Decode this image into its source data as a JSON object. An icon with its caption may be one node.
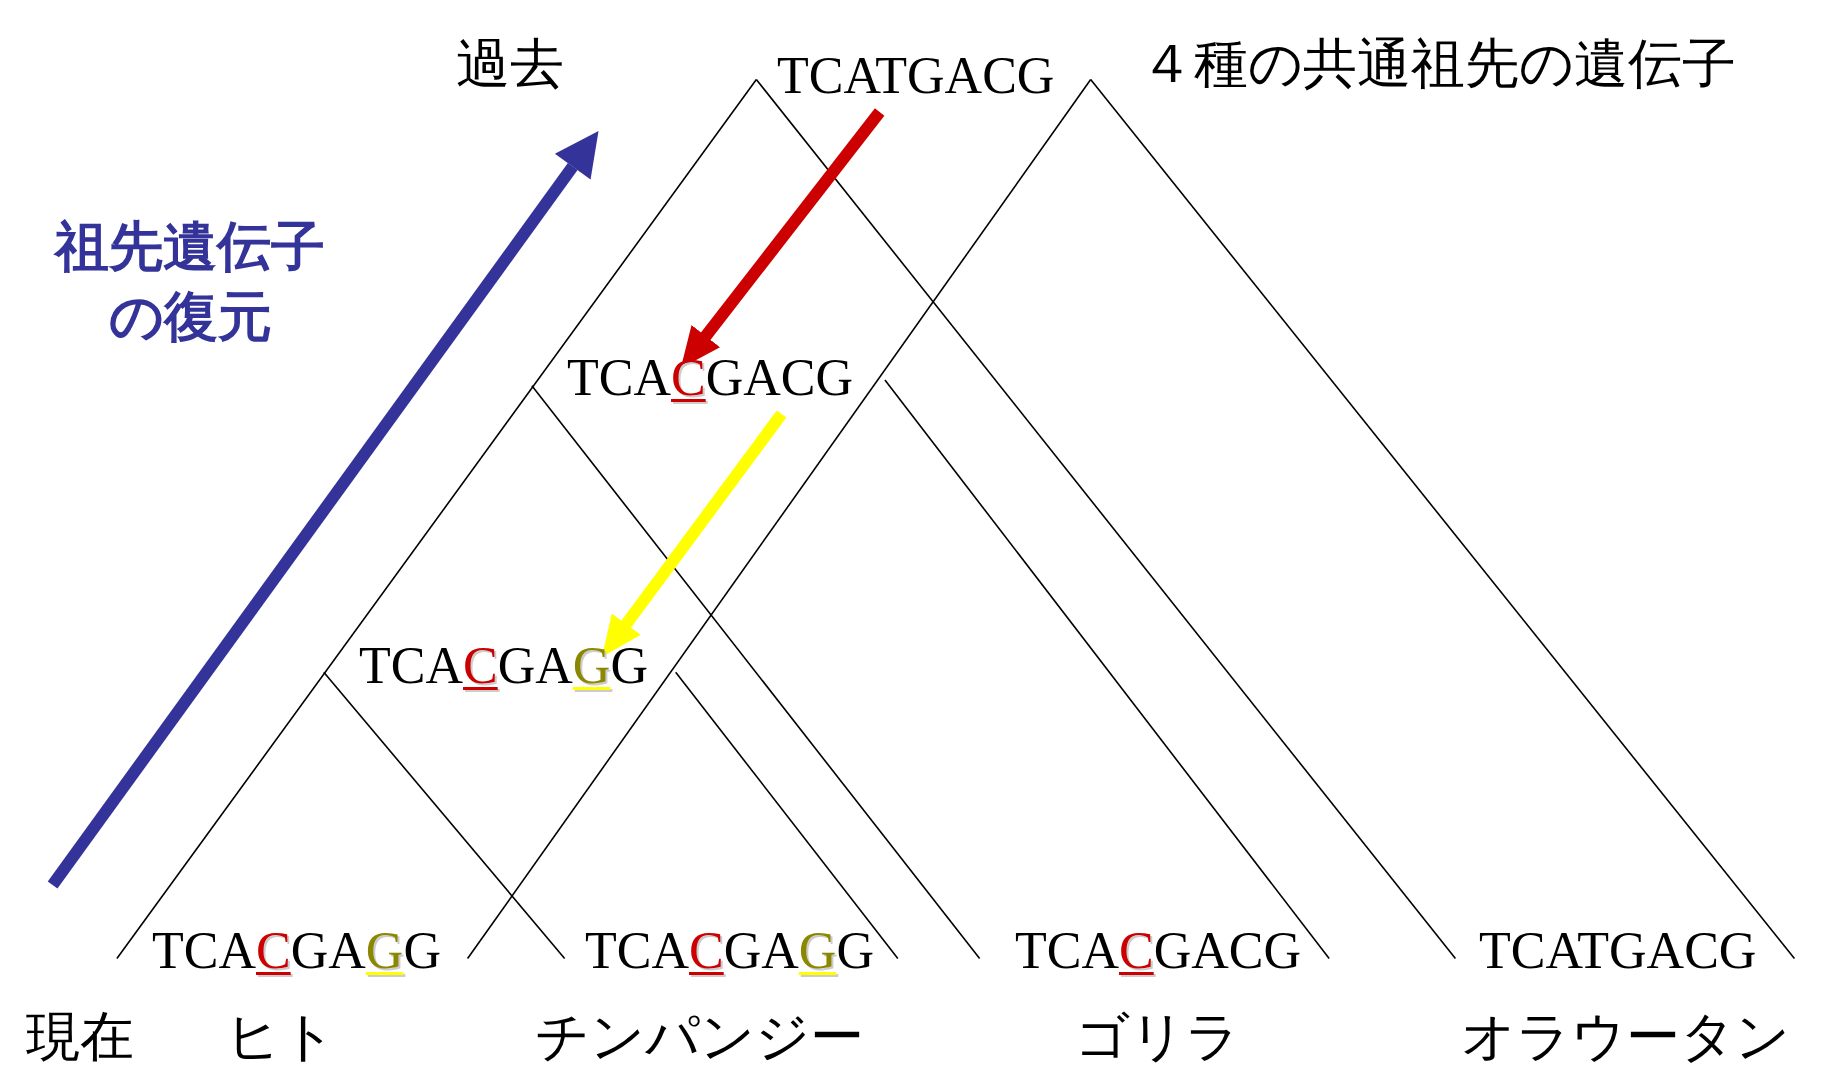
{
  "diagram": {
    "nodes": [
      {
        "text": [
          "TCATGACG"
        ]
      },
      {
        "text": [
          "TCACGACG"
        ]
      },
      {
        "text": [
          "TCACGAGG"
        ]
      },
      {
        "text": [
          "TCACGAGG"
        ],
        "beside": [
          "ヒト"
        ]
      },
      {
        "text": [
          "TCACGAGG"
        ],
        "beside": [
          "チンパンジー"
        ]
      },
      {
        "text": [
          "TCACGACG"
        ],
        "beside": [
          "ゴリラ"
        ]
      },
      {
        "text": [
          "TCATGACG"
        ],
        "beside": [
          "オラウータン"
        ]
      }
    ],
    "edges": [
      {
        "from": 0,
        "to": 1,
        "arrow": "to",
        "color": "#cc0000"
      },
      {
        "from": 1,
        "to": 2,
        "arrow": "to",
        "color": "#ffff00"
      }
    ],
    "labels": [
      "過去",
      "４種の共通祖先の遺伝子",
      "祖先遺伝子の復元",
      "現在"
    ]
  }
}
